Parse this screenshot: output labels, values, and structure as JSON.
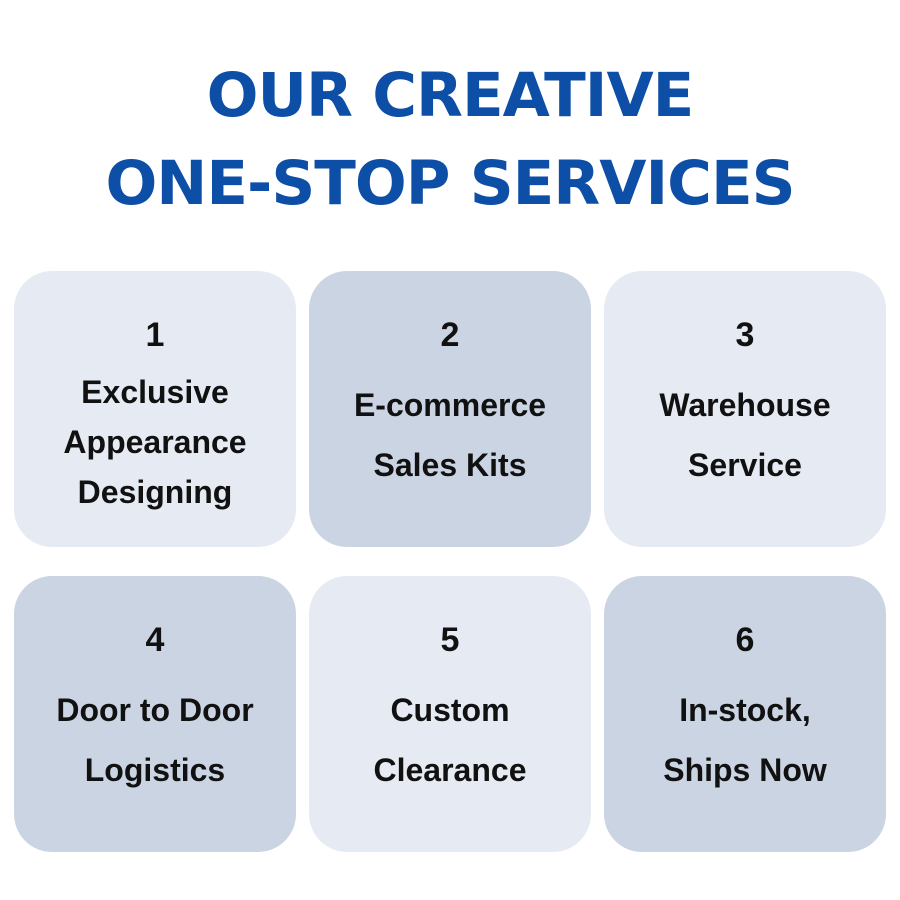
{
  "title": {
    "line1": "OUR CREATIVE",
    "line2": "ONE-STOP SERVICES",
    "color": "#0d4ea6"
  },
  "services": [
    {
      "number": "1",
      "line1": "Exclusive",
      "line2": "Appearance",
      "line3": "Designing",
      "shade": "light"
    },
    {
      "number": "2",
      "line1": "E-commerce",
      "line2": "Sales Kits",
      "shade": "dark"
    },
    {
      "number": "3",
      "line1": "Warehouse",
      "line2": "Service",
      "shade": "light"
    },
    {
      "number": "4",
      "line1": "Door to Door",
      "line2": "Logistics",
      "shade": "dark"
    },
    {
      "number": "5",
      "line1": "Custom",
      "line2": "Clearance",
      "shade": "light"
    },
    {
      "number": "6",
      "line1": "In-stock,",
      "line2": "Ships Now",
      "shade": "dark"
    }
  ],
  "colors": {
    "card_light": "#e6ebf3",
    "card_dark": "#cbd4e3",
    "text": "#111111"
  }
}
